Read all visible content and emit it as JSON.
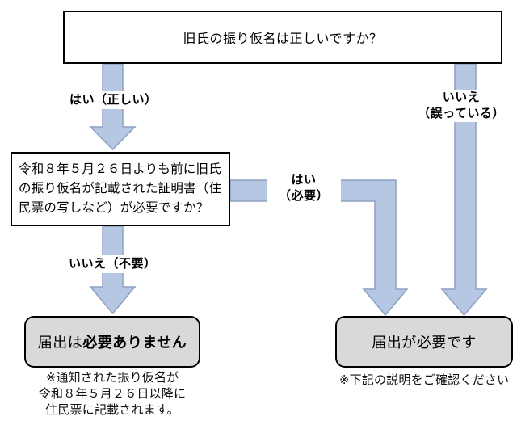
{
  "colors": {
    "arrow-fill": "#b5c7e3",
    "arrow-stroke": "#8da0bf",
    "result-fill": "#d9d9d9",
    "line-color": "#000000"
  },
  "flowchart": {
    "top_question": "旧氏の振り仮名は正しいですか？",
    "label_yes_correct": "はい（正しい）",
    "label_no_wrong": [
      "いいえ",
      "（誤っている）"
    ],
    "mid_question": [
      "令和８年５月２６日よりも前に旧氏",
      "の振り仮名が記載された証明書（住",
      "民票の写しなど）が必要ですか？"
    ],
    "label_yes_needed": [
      "はい",
      "（必要）"
    ],
    "label_no_unneeded": "いいえ（不要）",
    "result_left": {
      "prefix": "届出は",
      "emphasis": "必要ありません"
    },
    "result_right": "届出が必要です",
    "note_left": [
      "※通知された振り仮名が",
      "令和８年５月２６日以降に",
      "住民票に記載されます。"
    ],
    "note_right": "※下記の説明をご確認ください"
  }
}
